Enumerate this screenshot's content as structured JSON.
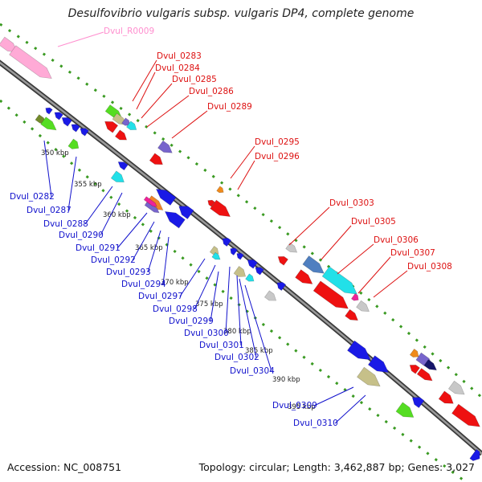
{
  "title": "Desulfovibrio vulgaris subsp. vulgaris DP4, complete genome",
  "footer": {
    "accession": "Accession: NC_008751",
    "topology": "Topology: circular; Length: 3,462,887 bp; Genes: 3,027"
  },
  "colors": {
    "backbone": "#5f5f5f",
    "forward_track": "#3a9a22",
    "reverse_track": "#3a9a22",
    "forward_label": "#dd1111",
    "reverse_label": "#1111cc",
    "rna_label": "#ff8fcf",
    "gene_red": "#ee1111",
    "gene_blue": "#1a1ae6",
    "gene_cyan": "#22e0e8",
    "gene_khaki": "#c6c089",
    "gene_green": "#55dd22",
    "gene_gray": "#c8c8c8",
    "gene_steel": "#4f7fc0",
    "gene_purple": "#7764cc",
    "gene_olive": "#738a2a",
    "gene_magenta": "#ee2299",
    "gene_orange": "#f08a1a",
    "gene_navy": "#15156a",
    "gene_pink": "#ffaad6"
  },
  "scale_ticks": [
    "350 kbp",
    "355 kbp",
    "360 kbp",
    "365 kbp",
    "370 kbp",
    "375 kbp",
    "380 kbp",
    "385 kbp",
    "390 kbp",
    "395 kbp"
  ],
  "rna_labels": [
    "Dvul_R0009"
  ],
  "forward_labels": [
    "Dvul_0283",
    "Dvul_0284",
    "Dvul_0285",
    "Dvul_0286",
    "Dvul_0289",
    "Dvul_0295",
    "Dvul_0296",
    "Dvul_0303",
    "Dvul_0305",
    "Dvul_0306",
    "Dvul_0307",
    "Dvul_0308"
  ],
  "reverse_labels": [
    "Dvul_0282",
    "Dvul_0287",
    "Dvul_0288",
    "Dvul_0290",
    "Dvul_0291",
    "Dvul_0292",
    "Dvul_0293",
    "Dvul_0294",
    "Dvul_0297",
    "Dvul_0298",
    "Dvul_0299",
    "Dvul_0300",
    "Dvul_0301",
    "Dvul_0302",
    "Dvul_0304",
    "Dvul_0309",
    "Dvul_0310"
  ]
}
